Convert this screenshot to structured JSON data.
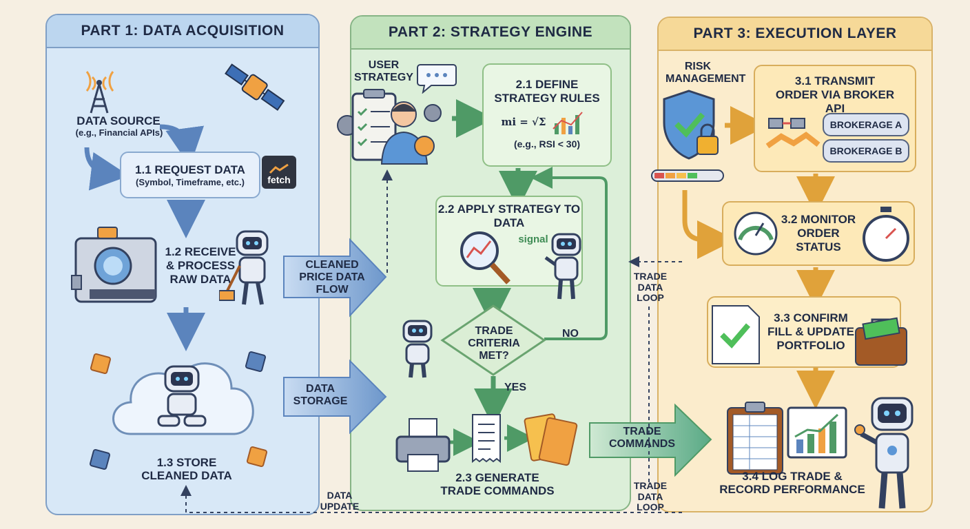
{
  "panels": {
    "part1": {
      "title": "PART 1: DATA ACQUISITION"
    },
    "part2": {
      "title": "PART 2: STRATEGY ENGINE"
    },
    "part3": {
      "title": "PART 3: EXECUTION LAYER"
    }
  },
  "part1": {
    "data_source": "DATA SOURCE",
    "data_source_sub": "(e.g., Financial APIs)",
    "step_1_1": "1.1 REQUEST DATA",
    "step_1_1_sub": "(Symbol, Timeframe, etc.)",
    "fetch_label": "fetch",
    "step_1_2": "1.2 RECEIVE & PROCESS RAW DATA",
    "step_1_3": "1.3 STORE CLEANED DATA"
  },
  "flows": {
    "cleaned_price": "CLEANED PRICE DATA FLOW",
    "data_storage": "DATA STORAGE",
    "trade_commands": "TRADE COMMANDS",
    "trade_data_loop_top": "TRADE DATA LOOP",
    "trade_data_loop_bottom": "TRADE DATA LOOP",
    "data_update": "DATA UPDATE"
  },
  "part2": {
    "user_strategy": "USER STRATEGY",
    "step_2_1": "2.1 DEFINE STRATEGY RULES",
    "formula": "mi = √Σ",
    "step_2_1_sub": "(e.g., RSI < 30)",
    "step_2_2": "2.2 APPLY STRATEGY TO DATA",
    "signal": "signal",
    "decision": "TRADE CRITERIA MET?",
    "no": "NO",
    "yes": "YES",
    "step_2_3": "2.3 GENERATE TRADE COMMANDS"
  },
  "part3": {
    "risk": "RISK MANAGEMENT",
    "step_3_1": "3.1 TRANSMIT ORDER VIA BROKER API",
    "brokerage_a": "BROKERAGE A",
    "brokerage_b": "BROKERAGE B",
    "step_3_2": "3.2 MONITOR ORDER STATUS",
    "step_3_3": "3.3 CONFIRM FILL & UPDATE PORTFOLIO",
    "step_3_4": "3.4 LOG TRADE & RECORD PERFORMANCE"
  },
  "colors": {
    "blue_panel": "#d8e8f7",
    "green_panel": "#dcefd9",
    "yellow_panel": "#fbeccc",
    "arrow_blue": "#5b84bd",
    "arrow_green": "#4f9a66",
    "arrow_orange": "#e0a23a"
  }
}
